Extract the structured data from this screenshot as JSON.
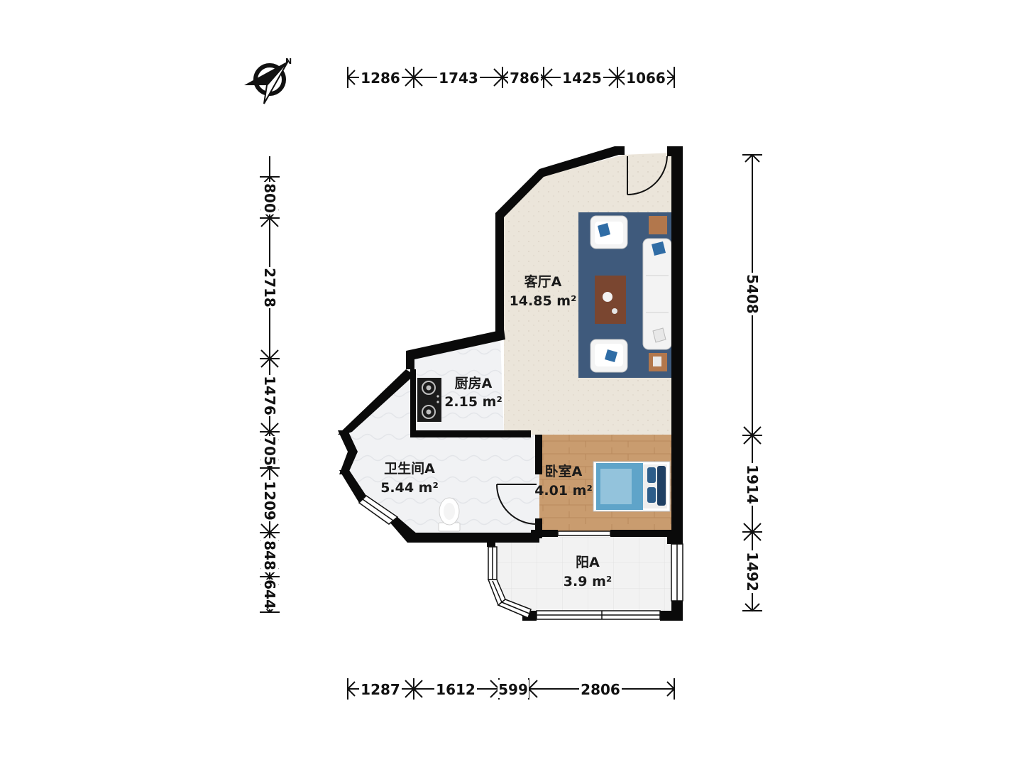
{
  "compass": {
    "icon": "north-arrow-icon",
    "label": "N"
  },
  "dimensions": {
    "top": [
      "1286",
      "1743",
      "786",
      "1425",
      "1066"
    ],
    "bottom": [
      "1287",
      "1612",
      "599",
      "2806"
    ],
    "left": [
      "800",
      "2718",
      "1476",
      "705",
      "1209",
      "848",
      "644"
    ],
    "right": [
      "5408",
      "1914",
      "1492"
    ]
  },
  "rooms": [
    {
      "id": "living",
      "name": "客厅A",
      "area": "14.85 m²"
    },
    {
      "id": "kitchen",
      "name": "厨房A",
      "area": "2.15 m²"
    },
    {
      "id": "bathroom",
      "name": "卫生间A",
      "area": "5.44 m²"
    },
    {
      "id": "bedroom",
      "name": "卧室A",
      "area": "4.01 m²"
    },
    {
      "id": "balcony",
      "name": "阳A",
      "area": "3.9 m²"
    }
  ],
  "colors": {
    "wall": "#0a0a0a",
    "living_floor": "#ebe5da",
    "bedroom_floor": "#c99c6f",
    "tile_floor": "#f0f1f3",
    "rug": "#3f5a7c",
    "wood_table": "#7a4630"
  }
}
